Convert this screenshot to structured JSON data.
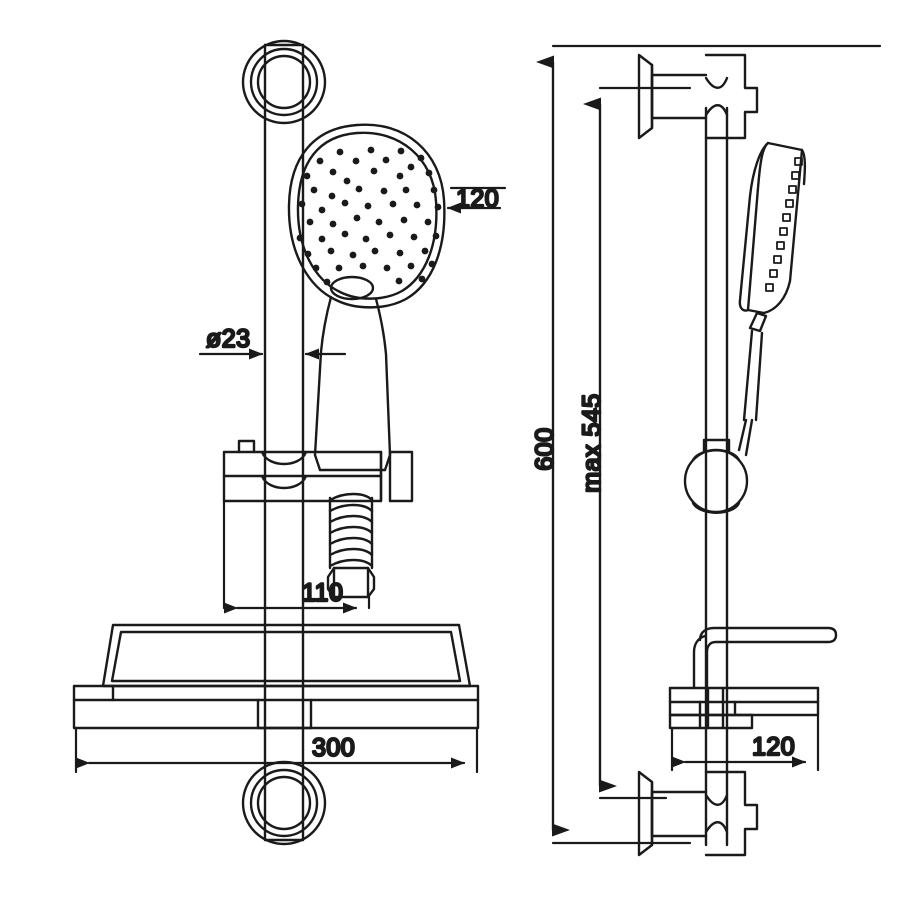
{
  "drawing": {
    "title": "Shower set with shelf - dimensioned technical drawing",
    "line_color": "#1a1a1a",
    "background_color": "#ffffff",
    "units_note": "",
    "views": [
      {
        "id": "front-view",
        "label": ""
      },
      {
        "id": "side-view",
        "label": ""
      }
    ]
  },
  "dimensions": {
    "head_width": "120",
    "rail_diameter": "ø23",
    "bracket_offset": "110",
    "shelf_width": "300",
    "total_height": "600",
    "max_slider_height": "max 545",
    "side_depth": "120"
  },
  "parts": {
    "shower_head": "shower-head",
    "slide_rail": "slide-rail",
    "top_mount": "top-wall-mount",
    "bottom_mount": "bottom-wall-mount",
    "holder_bracket": "handset-holder-bracket",
    "hose": "coiled-shower-hose",
    "hose_nut": "hose-hex-nut",
    "shelf": "shelf-tray",
    "slider_ring": "slider-ring"
  }
}
